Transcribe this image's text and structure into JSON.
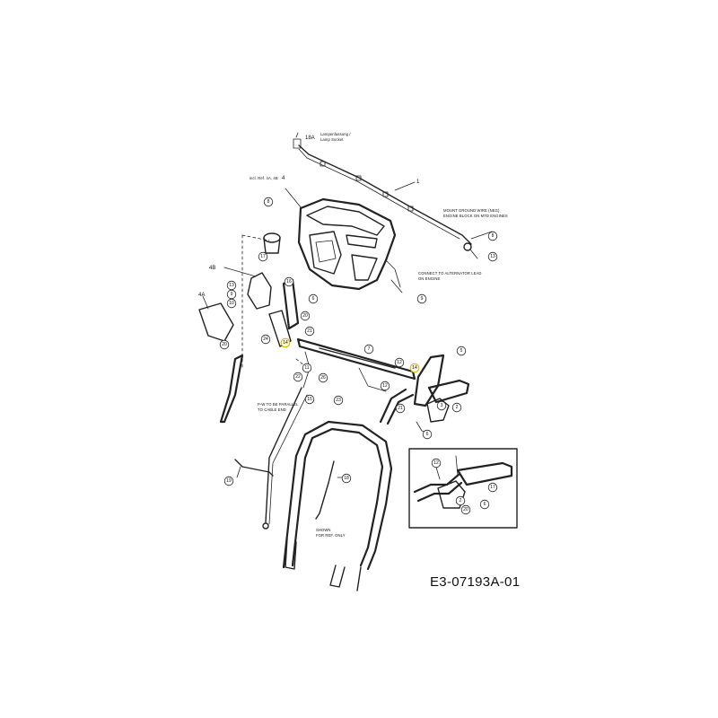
{
  "drawing_code": "E3-07193A-01",
  "labels": {
    "part_18a": "18A",
    "part_1": "1",
    "part_4": "4",
    "part_4b": "4B",
    "part_4a": "4A",
    "incl": "incl. Ref. 4A, 4B"
  },
  "notes": {
    "lamp_socket_de": "Lampenfassung /",
    "lamp_socket_en": "Lamp Socket",
    "ground_1": "MOUNT GROUND WIRE (NEG)",
    "ground_2": "ENGINE BLOCK ON MTD ENGINES",
    "alt_1": "CONNECT TO ALTERNATOR LEAD",
    "alt_2": "ON ENGINE",
    "parallel_1": "P-W TO BE PARALLEL",
    "parallel_2": "TO CABLE END",
    "shown_1": "SHOWN",
    "shown_2": "FOR REF. ONLY"
  },
  "callouts": [
    {
      "id": "c-8a",
      "label": "8",
      "highlight": false
    },
    {
      "id": "c-17",
      "label": "17",
      "highlight": false
    },
    {
      "id": "c-13",
      "label": "13",
      "highlight": false
    },
    {
      "id": "c-9a",
      "label": "9",
      "highlight": false
    },
    {
      "id": "c-10",
      "label": "10",
      "highlight": false
    },
    {
      "id": "c-20a",
      "label": "20",
      "highlight": false
    },
    {
      "id": "c-16",
      "label": "16",
      "highlight": false
    },
    {
      "id": "c-6a",
      "label": "6",
      "highlight": false
    },
    {
      "id": "c-20b",
      "label": "20",
      "highlight": false
    },
    {
      "id": "c-14a",
      "label": "14",
      "highlight": true
    },
    {
      "id": "c-21a",
      "label": "21",
      "highlight": false
    },
    {
      "id": "c-24",
      "label": "24",
      "highlight": false
    },
    {
      "id": "c-7",
      "label": "7",
      "highlight": false
    },
    {
      "id": "c-12a",
      "label": "12",
      "highlight": false
    },
    {
      "id": "c-11",
      "label": "11",
      "highlight": false
    },
    {
      "id": "c-22",
      "label": "22",
      "highlight": false
    },
    {
      "id": "c-26",
      "label": "26",
      "highlight": false
    },
    {
      "id": "c-5",
      "label": "5",
      "highlight": false
    },
    {
      "id": "c-14b",
      "label": "14",
      "highlight": true
    },
    {
      "id": "c-12b",
      "label": "12",
      "highlight": false
    },
    {
      "id": "c-21b",
      "label": "21",
      "highlight": false
    },
    {
      "id": "c-3",
      "label": "3",
      "highlight": false
    },
    {
      "id": "c-2",
      "label": "2",
      "highlight": false
    },
    {
      "id": "c-6b",
      "label": "6",
      "highlight": false
    },
    {
      "id": "c-15",
      "label": "15",
      "highlight": false
    },
    {
      "id": "c-23",
      "label": "23",
      "highlight": false
    },
    {
      "id": "c-19",
      "label": "19",
      "highlight": false
    },
    {
      "id": "c-18",
      "label": "18",
      "highlight": false
    },
    {
      "id": "c-8b",
      "label": "8",
      "highlight": false
    },
    {
      "id": "c-13b",
      "label": "13",
      "highlight": false
    },
    {
      "id": "c-9b",
      "label": "9",
      "highlight": false
    },
    {
      "id": "c-12c",
      "label": "12",
      "highlight": false
    },
    {
      "id": "c-17b",
      "label": "17",
      "highlight": false
    },
    {
      "id": "c-6c",
      "label": "6",
      "highlight": false
    },
    {
      "id": "c-2b",
      "label": "2",
      "highlight": false
    },
    {
      "id": "c-20c",
      "label": "20",
      "highlight": false
    }
  ]
}
